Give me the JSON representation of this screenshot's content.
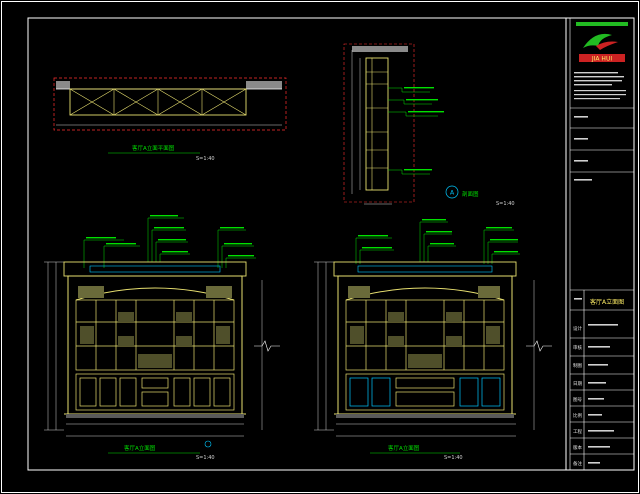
{
  "colors": {
    "background": "#000000",
    "frame": "#ffffff",
    "cabinet": "#e8e070",
    "annotation": "#00e000",
    "dimension": "#d0d0d0",
    "leader": "#ff3030",
    "callout": "#00c8ff",
    "logo_green": "#22bb22",
    "logo_red": "#cc2222"
  },
  "logo": {
    "mark": "bird-in-flight",
    "banner_text": "JIA HUI"
  },
  "views": {
    "plan": {
      "title": "客厅A立面平面图",
      "scale": "S=1:40"
    },
    "section": {
      "title": "剖面图",
      "scale": "S=1:40",
      "callout": "A"
    },
    "elevation_left": {
      "title": "客厅A立面图",
      "scale": "S=1:40"
    },
    "elevation_right": {
      "title": "客厅A立面图",
      "scale": "S=1:40"
    }
  },
  "title_block": {
    "drawing_name": "客厅A立面图",
    "rows": [
      "设计",
      "审核",
      "制图",
      "日期",
      "图号",
      "比例",
      "工程",
      "版本",
      "备注"
    ]
  }
}
